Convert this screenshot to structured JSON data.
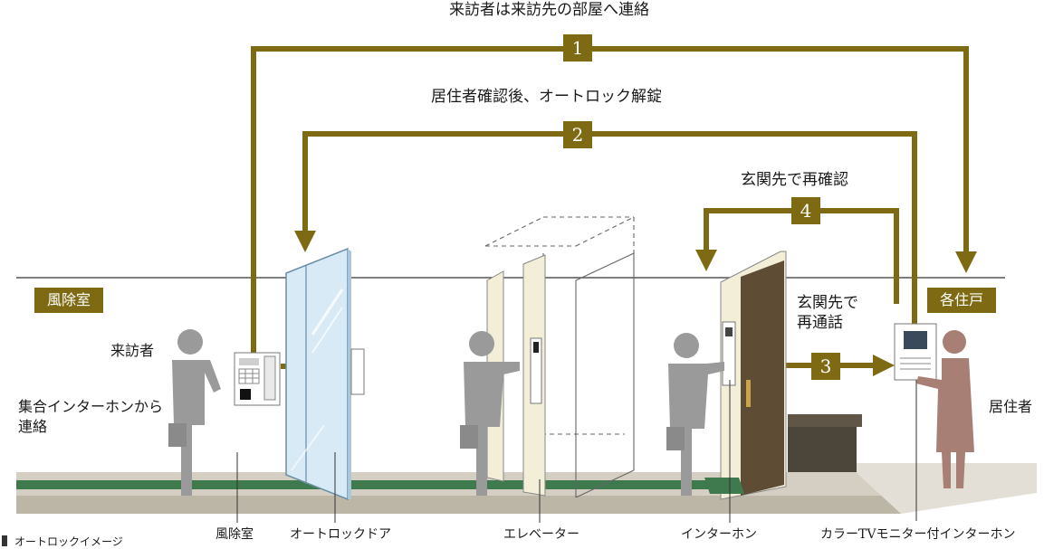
{
  "steps": {
    "s1": {
      "number": "1",
      "label": "来訪者は来訪先の部屋へ連絡"
    },
    "s2": {
      "number": "2",
      "label": "居住者確認後、オートロック解錠"
    },
    "s3": {
      "number": "3",
      "label_line1": "玄関先で",
      "label_line2": "再通話"
    },
    "s4": {
      "number": "4",
      "label": "玄関先で再確認"
    }
  },
  "areas": {
    "left": "風除室",
    "right": "各住戸"
  },
  "people": {
    "visitor": "来訪者",
    "resident": "居住者",
    "call_line1": "集合インターホンから",
    "call_line2": "連絡"
  },
  "captions": {
    "vestibule": "風除室",
    "autolock_door": "オートロックドア",
    "elevator": "エレベーター",
    "intercom": "インターホン",
    "monitor_intercom": "カラーTVモニター付インターホン"
  },
  "legend": "オートロックイメージ",
  "colors": {
    "accent": "#7e6a12",
    "floor_green": "#3f7a4e",
    "person": "#9a9a9a",
    "resident": "#a77f74",
    "door_wood": "#5e4c35"
  }
}
